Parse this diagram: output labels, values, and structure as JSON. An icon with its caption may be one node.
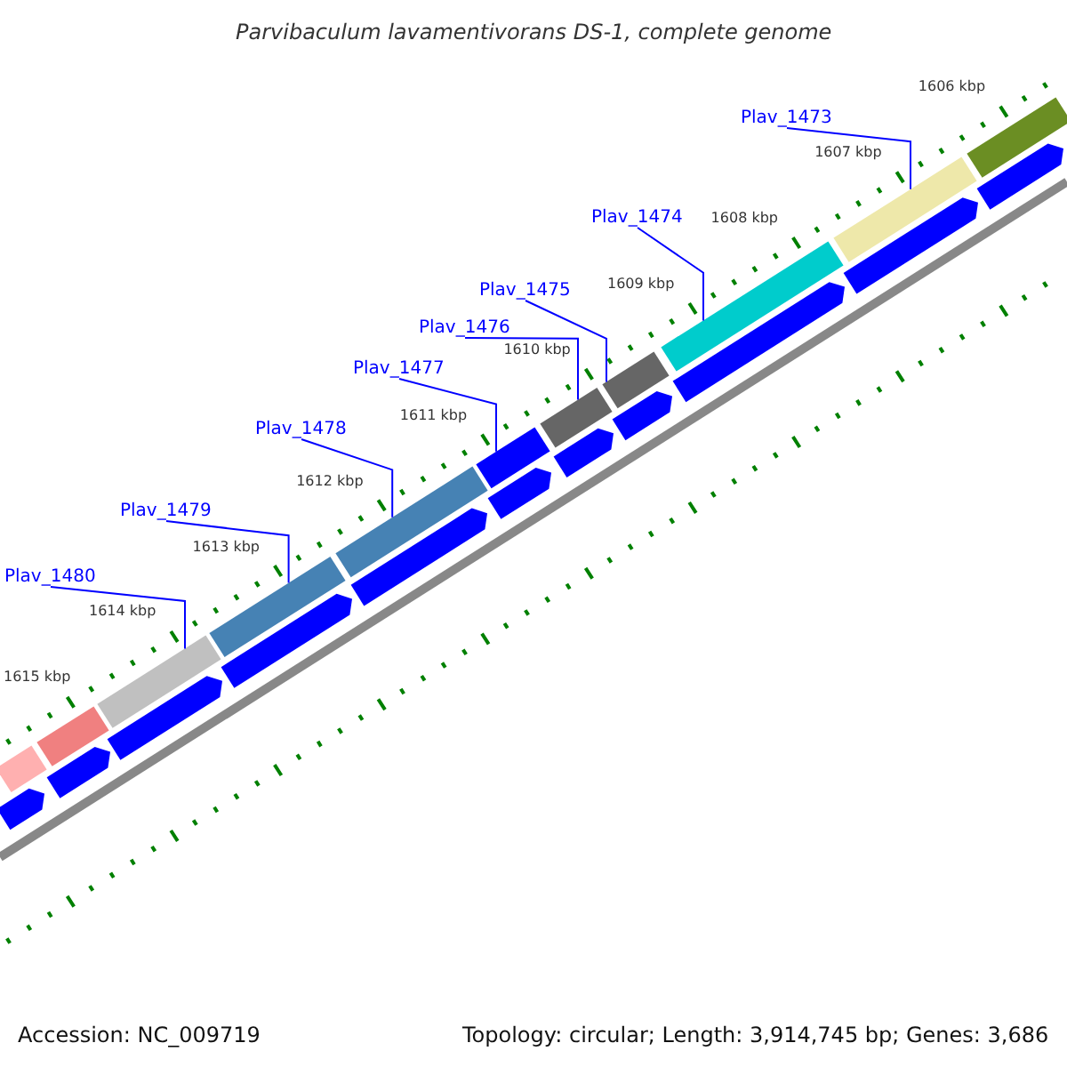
{
  "diagram": {
    "title": "Parvibaculum lavamentivorans DS-1, complete genome",
    "nodes": [
      {
        "text": [
          "Plav_1473"
        ]
      },
      {
        "text": [
          "Plav_1474"
        ]
      },
      {
        "text": [
          "Plav_1475"
        ]
      },
      {
        "text": [
          "Plav_1476"
        ]
      },
      {
        "text": [
          "Plav_1477"
        ]
      },
      {
        "text": [
          "Plav_1478"
        ]
      },
      {
        "text": [
          "Plav_1479"
        ]
      },
      {
        "text": [
          "Plav_1480"
        ]
      },
      {
        "text": [],
        "shape": "bar"
      },
      {
        "text": [],
        "shape": "bar"
      },
      {
        "text": [],
        "shape": "bar"
      },
      {
        "text": [],
        "shape": "bar"
      },
      {
        "text": [],
        "shape": "bar"
      },
      {
        "text": [],
        "shape": "bar"
      },
      {
        "text": [],
        "shape": "bar"
      },
      {
        "text": [],
        "shape": "bar"
      },
      {
        "text": [],
        "shape": "bar"
      },
      {
        "text": [],
        "shape": "bar"
      },
      {
        "text": [],
        "shape": "bar"
      },
      {
        "text": [],
        "shape": "arrow"
      },
      {
        "text": [],
        "shape": "arrow"
      },
      {
        "text": [],
        "shape": "arrow"
      },
      {
        "text": [],
        "shape": "arrow"
      },
      {
        "text": [],
        "shape": "arrow"
      },
      {
        "text": [],
        "shape": "arrow"
      },
      {
        "text": [],
        "shape": "arrow"
      },
      {
        "text": [],
        "shape": "arrow"
      },
      {
        "text": [],
        "shape": "arrow"
      },
      {
        "text": [],
        "shape": "arrow"
      },
      {
        "text": [],
        "shape": "arrow"
      }
    ],
    "edges": [
      {
        "from": 0,
        "to": 17,
        "arrow": "none"
      },
      {
        "from": 1,
        "to": 16,
        "arrow": "none"
      },
      {
        "from": 2,
        "to": 15,
        "arrow": "none"
      },
      {
        "from": 3,
        "to": 14,
        "arrow": "none"
      },
      {
        "from": 4,
        "to": 13,
        "arrow": "none"
      },
      {
        "from": 5,
        "to": 12,
        "arrow": "none"
      },
      {
        "from": 6,
        "to": 11,
        "arrow": "none"
      },
      {
        "from": 7,
        "to": 10,
        "arrow": "none"
      }
    ],
    "labels": [
      "1606 kbp",
      "1607 kbp",
      "1608 kbp",
      "1609 kbp",
      "1610 kbp",
      "1611 kbp",
      "1612 kbp",
      "1613 kbp",
      "1614 kbp",
      "1615 kbp",
      "Accession: NC_009719",
      "Topology: circular; Length: 3,914,745 bp; Genes: 3,686"
    ]
  }
}
